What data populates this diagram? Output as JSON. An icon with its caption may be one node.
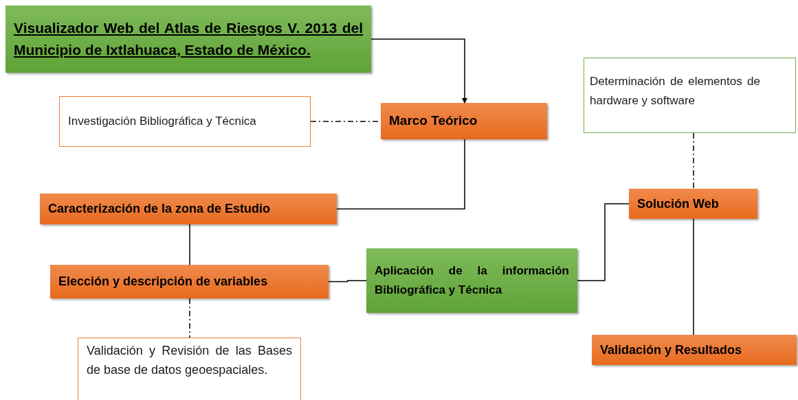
{
  "diagram": {
    "nodes": [
      {
        "text": [
          "Visualizador Web del Atlas de Riesgos V. 2013 del Municipio de Ixtlahuaca, Estado de México."
        ]
      },
      {
        "text": [
          "Investigación Bibliográfica y Técnica"
        ]
      },
      {
        "text": [
          "Marco Teórico"
        ]
      },
      {
        "text": [
          "Caracterización de la zona de Estudio"
        ]
      },
      {
        "text": [
          "Elección y descripción de variables"
        ]
      },
      {
        "text": [
          "Validación y Revisión de las Bases de base de datos geoespaciales."
        ]
      },
      {
        "text": [
          "Aplicación de la información Bibliográfica y Técnica"
        ]
      },
      {
        "text": [
          "Determinación de elementos de hardware y software"
        ]
      },
      {
        "text": [
          "Solución Web"
        ]
      },
      {
        "text": [
          "Validación y Resultados"
        ]
      }
    ],
    "edges": [
      {
        "from": 0,
        "to": 2,
        "arrow": "to"
      },
      {
        "from": 1,
        "to": 2,
        "arrow": "none",
        "style": "dashed"
      },
      {
        "from": 2,
        "to": 3,
        "arrow": "none"
      },
      {
        "from": 3,
        "to": 4,
        "arrow": "none"
      },
      {
        "from": 4,
        "to": 5,
        "arrow": "none",
        "style": "dashed"
      },
      {
        "from": 4,
        "to": 6,
        "arrow": "none"
      },
      {
        "from": 6,
        "to": 8,
        "arrow": "none"
      },
      {
        "from": 7,
        "to": 8,
        "arrow": "none",
        "style": "dashed"
      },
      {
        "from": 8,
        "to": 9,
        "arrow": "none"
      }
    ]
  }
}
